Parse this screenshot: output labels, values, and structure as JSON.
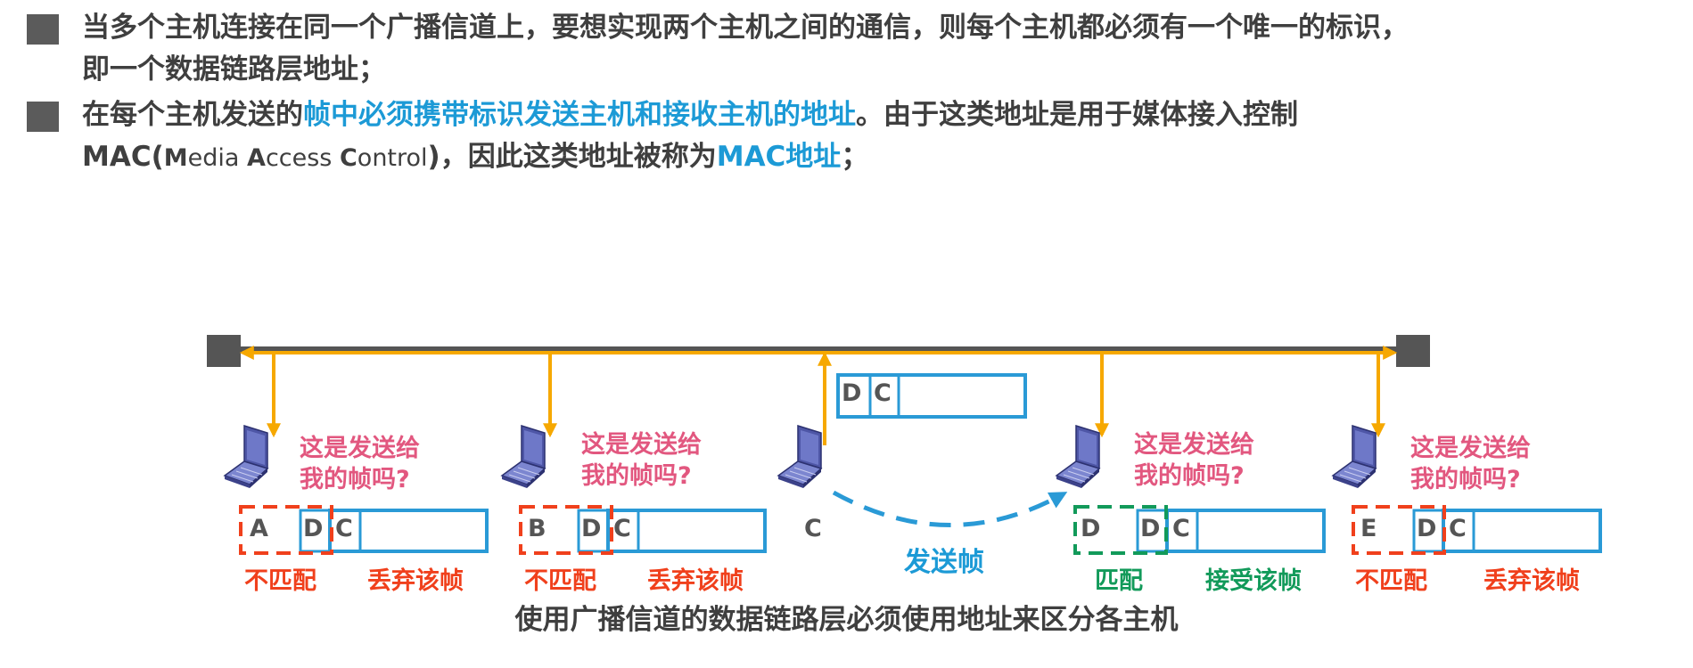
{
  "bullets": [
    {
      "line1": "当多个主机连接在同一个广播信道上，要想实现两个主机之间的通信，则每个主机都必须有一个唯一的标识，",
      "line2": "即一个数据链路层地址；"
    },
    {
      "line1_pre": "在每个主机发送的",
      "line1_hl": "帧中必须携带标识发送主机和接收主机的地址",
      "line1_post": "。由于这类地址是用于媒体接入控制",
      "line2_mac": "MAC(",
      "line2_m": "M",
      "line2_edia": "edia ",
      "line2_a": "A",
      "line2_ccess": "ccess ",
      "line2_c": "C",
      "line2_ontrol": "ontrol",
      "line2_close": ")",
      "line2_post": "，因此这类地址被称为",
      "line2_hl": "MAC地址",
      "line2_end": "；"
    }
  ],
  "diagram": {
    "sender_frame": {
      "dest": "D",
      "src": "C"
    },
    "question_line1": "这是发送给",
    "question_line2": "我的帧吗?",
    "send_label": "发送帧",
    "hosts": [
      {
        "addr": "A",
        "frame_dest": "D",
        "frame_src": "C",
        "match": "不匹配",
        "action": "丢弃该帧",
        "status": "mismatch"
      },
      {
        "addr": "B",
        "frame_dest": "D",
        "frame_src": "C",
        "match": "不匹配",
        "action": "丢弃该帧",
        "status": "mismatch"
      },
      {
        "addr": "C",
        "role": "sender"
      },
      {
        "addr": "D",
        "frame_dest": "D",
        "frame_src": "C",
        "match": "匹配",
        "action": "接受该帧",
        "status": "match"
      },
      {
        "addr": "E",
        "frame_dest": "D",
        "frame_src": "C",
        "match": "不匹配",
        "action": "丢弃该帧",
        "status": "mismatch"
      }
    ],
    "colors": {
      "bus": "#555555",
      "signal": "#f6a800",
      "frame": "#2a9ad6",
      "mismatch": "#f0401c",
      "match": "#129a5a",
      "question": "#e2577f"
    }
  },
  "caption": "使用广播信道的数据链路层必须使用地址来区分各主机"
}
